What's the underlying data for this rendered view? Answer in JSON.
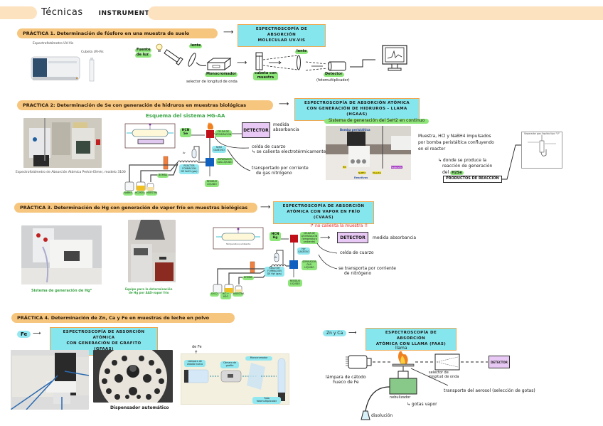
{
  "header": {
    "title_part1": "Técnicas",
    "title_part2": "instrumentales"
  },
  "colors": {
    "section_pill": "#f6c67f",
    "title_pill": "#fde2c0",
    "technique_box": "#86e6ee",
    "technique_border": "#f0a850",
    "highlight_green": "#8ee67a",
    "detector_purple": "#e8c8f4",
    "flame_cell_red": "#c0101a",
    "separator_blue": "#1060c0"
  },
  "practica1": {
    "title": "PRÁCTICA 1. Determinación de fósforo en una muestra de suelo",
    "technique": [
      "ESPECTROSCOPÍA DE ABSORCIÓN",
      "MOLECULAR UV-VIS"
    ],
    "photo_caption_main": "Espectrofotómetro UV-Vis",
    "photo_caption_cuvette": "Cubeta UV-Vis",
    "diagram": {
      "fuente_de_luz": [
        "Fuente",
        "de luz"
      ],
      "lente1": "lente",
      "monocromador": "Monocromador",
      "monocromador_sub": "selector de longitud de onda",
      "cubeta": [
        "cubeta con",
        "muestra"
      ],
      "lente2": "lente",
      "detector": "Detector",
      "detector_sub": "(fotomultiplicador)"
    }
  },
  "practica2": {
    "title": "PRACTICA 2: Determinación de Se con generación de hidruros en muestras biológicas",
    "technique": [
      "ESPECTROSCOPÍA DE ABSORCIÓN ATÓMICA",
      "CON GENERACIÓN DE HIDRUROS - LLAMA (HGAAS)"
    ],
    "photo_caption": "Espectrofotómetro de Absorción Atómica Perkin-Elmer, modelo 3100",
    "scheme_title": "Esquema del sistema HG-AA",
    "scheme": {
      "sample_label": [
        "HCN",
        "Se"
      ],
      "cell_label": [
        "CELDA DE",
        "ATOMIZACIÓN"
      ],
      "detector": "DETECTOR",
      "detector_note": [
        "medida",
        "absorbancia"
      ],
      "gas_label": [
        "SeH2",
        "GASEOSO"
      ],
      "separator_label": [
        "SEPARADOR",
        "GAS-LÍQUIDO"
      ],
      "reactor_label": [
        "REACTOR",
        "FORMACIÓN",
        "DE SeH2 (gas)"
      ],
      "bomba": "BOMBA",
      "ar": "Ar",
      "waste": [
        "RESIDUO",
        "LÍQUIDO"
      ],
      "bottles": [
        "NaBH4",
        "HCl/H2O",
        "MUESTRA"
      ],
      "note_cell": [
        "celda de cuarzo",
        "↳ se calienta electrotérmicamente"
      ],
      "note_transport": [
        "transportado por corriente",
        "de gas nitrógeno"
      ]
    },
    "continuous_title": "Sistema de generación del SeH2 en continuo",
    "continuous_photo_labels": [
      "Bomba peristáltica",
      "HCl",
      "NaBH4",
      "Muestra",
      "Separador",
      "Reactivos"
    ],
    "continuous_note": [
      "Muestra, HCl y NaBH4 impulsados",
      "por bomba peristáltica confluyendo",
      "en el reactor"
    ],
    "continuous_subnote": [
      "↳ donde se produce la",
      "reacción de generación",
      "del"
    ],
    "hydride": "H2Se",
    "products_box": "PRODUCTOS DE REACCIÓN",
    "separator_caption": "Separador gas-líquido tipo \"U\""
  },
  "practica3": {
    "title": "PRÁCTICA 3. Determinación de Hg con generación de vapor frío en muestras biológicas",
    "technique": [
      "ESPECTROSCOPÍA DE ABSORCIÓN",
      "ATÓMICA CON VAPOR EN FRÍO (CVAAS)"
    ],
    "photo1_caption": "Sistema de generación de Hg⁰",
    "photo2_caption": [
      "Equipo para la determinación",
      "de Hg por AAS-vapor frío"
    ],
    "warning": "no calienta la muestra !!",
    "scheme": {
      "sample_label": [
        "HCN",
        "Hg"
      ],
      "cell_label": [
        "CELDA DE",
        "ATOMIZACIÓN",
        "(temperatura",
        "ambiente)"
      ],
      "detector": "DETECTOR",
      "detector_note": "medida absorbancia",
      "gas_label": [
        "Hg⁰",
        "GASEOSO"
      ],
      "separator_label": [
        "SEPARADOR",
        "GAS-LÍQUIDO"
      ],
      "reactor_label": [
        "REACTOR",
        "FORMACIÓN",
        "DE Hg⁰ (gas)"
      ],
      "bomba": "BOMBA",
      "ar": "Ar",
      "waste": [
        "RESIDUO",
        "LÍQUIDO"
      ],
      "bottles": [
        "SnCl2",
        "HCl + H2O",
        "MUESTRA"
      ],
      "cell_tube_caption": "Temperatura ambiente",
      "note_cell": "celda de cuarzo",
      "note_transport": [
        "se transporta por corriente",
        "de nitrógeno"
      ]
    }
  },
  "practica4": {
    "title": "PRÁCTICA 4. Determinación de Zn, Ca y Fe en muestras de leche en polvo",
    "fe_label": "Fe",
    "fe_technique": [
      "ESPECTROSCOPÍA DE ABSORCIÓN ATÓMICA",
      "CON GENERACIÓN DE GRAFITO (GFAAS)"
    ],
    "autosampler_caption": "Dispensador automático",
    "gf_diagram": {
      "note": "de Fe",
      "lamp": [
        "Lámpara de",
        "cátodo hueco"
      ],
      "chamber": [
        "Cámara de",
        "grafito"
      ],
      "mono": "Monocromador",
      "tube": [
        "Tubo",
        "fotomultiplicador"
      ]
    },
    "znca_label": "Zn y Ca",
    "znca_technique": [
      "ESPECTROSCOPÍA DE ABSORCIÓN",
      "ATÓMICA CON LLAMA (FAAS)"
    ],
    "flame_diagram": {
      "llama": "llama",
      "lamp": [
        "lámpara de cátodo",
        "hueco de Fe"
      ],
      "selector": [
        "selector de",
        "longitud de onda"
      ],
      "detector": "DETECTOR",
      "nebulizer": "nebulizador",
      "transport": "transporte del aerosol (selección de gotas)",
      "gotas": "↳ gotas vapor",
      "disolucion": "disolución"
    }
  }
}
